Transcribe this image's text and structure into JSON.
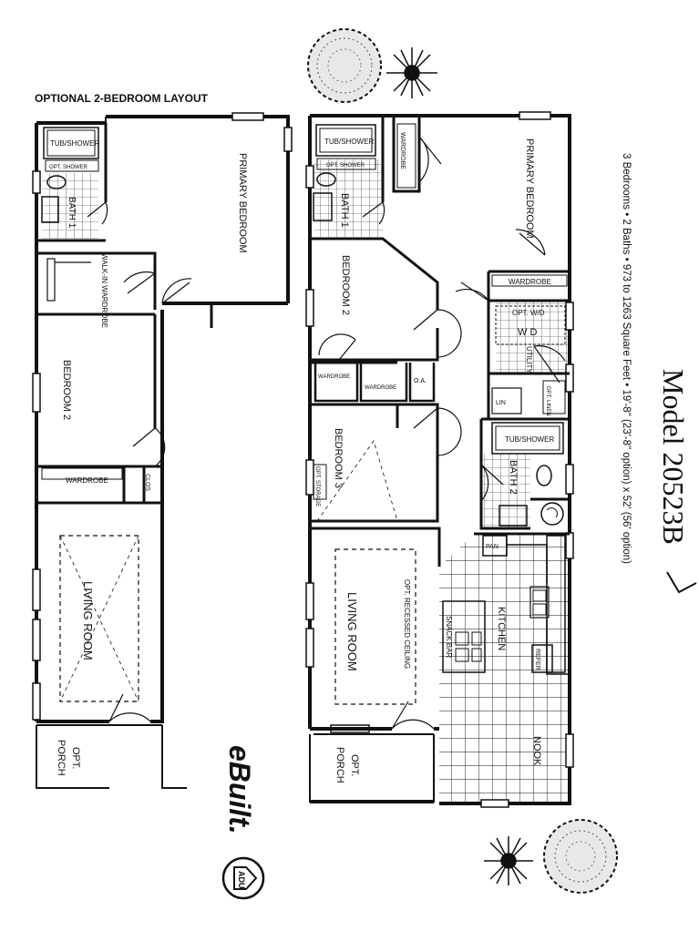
{
  "header": {
    "optional_layout_title": "OPTIONAL 2-BEDROOM LAYOUT",
    "model_title": "Model 20523B",
    "model_specs": "3 Bedrooms • 2 Baths • 973 to 1263 Square Feet • 19'-8\" (23'-8\" option) x 52' (56' option)"
  },
  "brand": {
    "logo_text": "eBuilt.",
    "badge_text": "ADU"
  },
  "left_plan": {
    "tub_shower": "TUB/SHOWER",
    "opt_shower": "OPT. SHOWER",
    "bath": "BATH 1",
    "walk_in_wardrobe": "WALK-IN WARDROBE",
    "primary_bedroom": "PRIMARY BEDROOM",
    "bedroom2": "BEDROOM 2",
    "wardrobe": "WARDROBE",
    "clos": "CLOS",
    "living_room": "LIVING ROOM",
    "porch_opt": "OPT.",
    "porch": "PORCH"
  },
  "right_plan": {
    "tub_shower": "TUB/SHOWER",
    "opt_shower": "OPT. SHOWER",
    "wardrobe_top": "WARDROBE",
    "bath1": "BATH 1",
    "primary_bedroom": "PRIMARY BEDROOM",
    "bedroom2": "BEDROOM 2",
    "wardrobe_primary": "WARDROBE",
    "opt_wd": "OPT. W/D",
    "wd": "W  D",
    "utility": "UTILITY",
    "wardrobe_b2a": "WARDROBE",
    "wardrobe_b2b": "WARDROBE",
    "o_a": "O.A.",
    "lin": "LIN",
    "opt_linen": "OPT. LINEN",
    "tub_shower2": "TUB/SHOWER",
    "bath2": "BATH 2",
    "bedroom3": "BEDROOM 3",
    "opt_storage": "OPT. STORAGE",
    "pan": "PAN",
    "kitchen": "KITCHEN",
    "snack_bar": "SNACK BAR",
    "refer": "REFER",
    "living_room": "LIVING ROOM",
    "opt_recessed": "OPT. RECESSED CEILING",
    "nook": "NOOK",
    "porch_opt": "OPT.",
    "porch": "PORCH"
  }
}
